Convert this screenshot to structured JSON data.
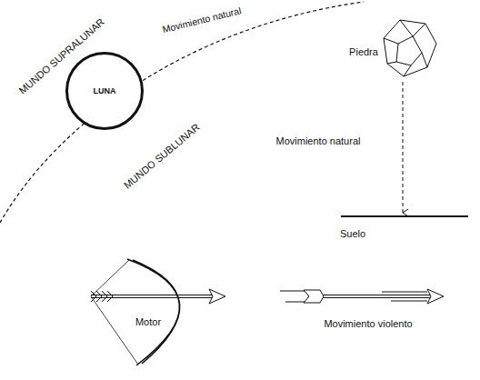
{
  "diagram": {
    "nodes": [
      {
        "text": [
          "LUNA"
        ]
      }
    ],
    "labels": [
      "MUNDO SUPRALUNAR",
      "Movimiento natural",
      "MUNDO SUBLUNAR",
      "Piedra",
      "Movimiento natural",
      "Suelo",
      "Motor",
      "Movimiento violento"
    ]
  }
}
